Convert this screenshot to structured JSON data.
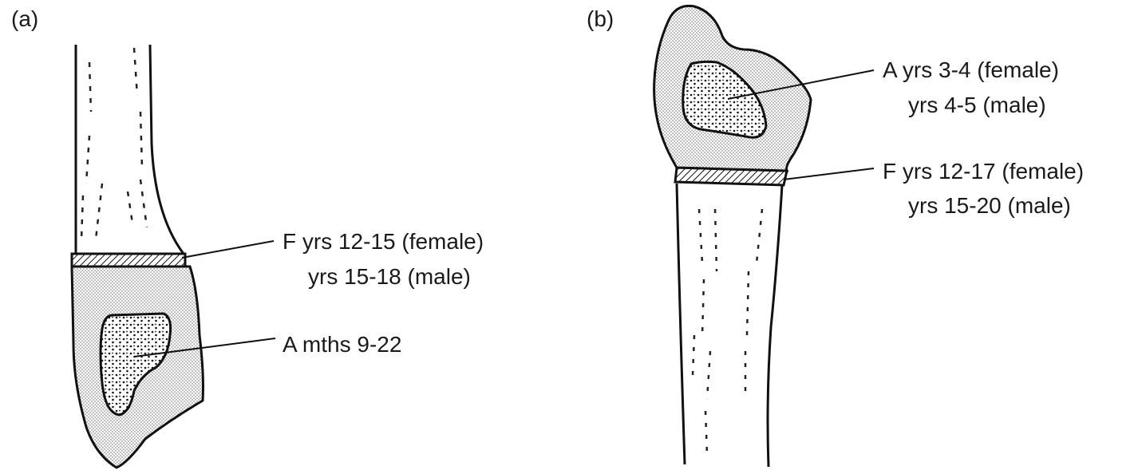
{
  "panels": [
    {
      "letter": "(a)",
      "labels": {
        "fusion_line1": "F yrs 12-15 (female)",
        "fusion_line2": "yrs 15-18 (male)",
        "appearance_line1": "A mths 9-22"
      }
    },
    {
      "letter": "(b)",
      "labels": {
        "appearance_line1": "A yrs 3-4 (female)",
        "appearance_line2": "yrs 4-5 (male)",
        "fusion_line1": "F yrs 12-17 (female)",
        "fusion_line2": "yrs 15-20 (male)"
      }
    }
  ]
}
